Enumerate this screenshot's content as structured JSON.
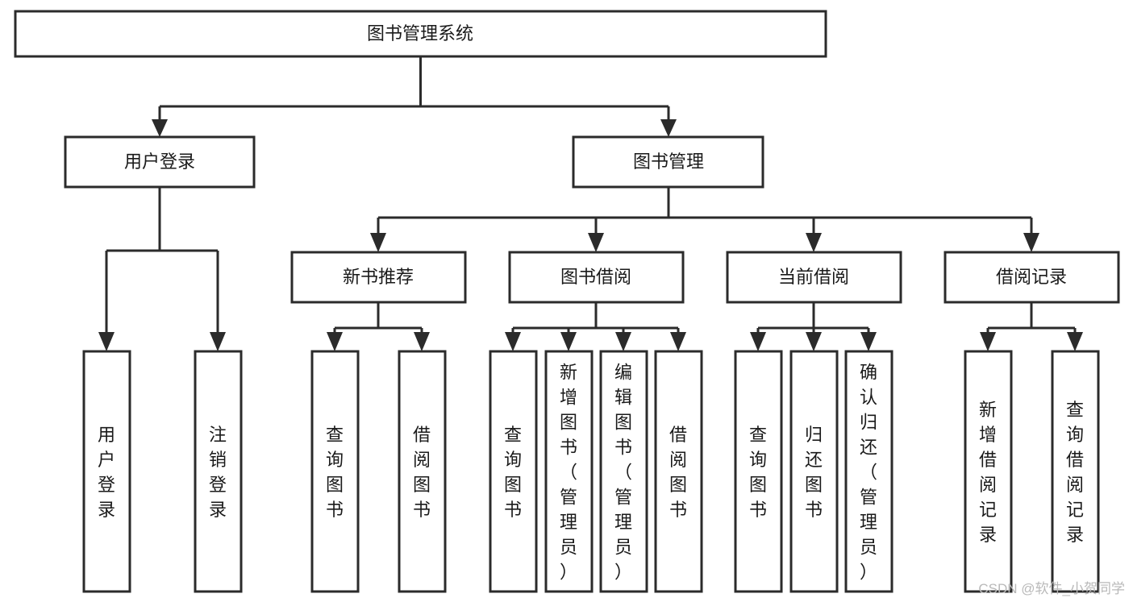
{
  "diagram": {
    "title": "图书管理系统",
    "type": "tree-hierarchy",
    "root": {
      "id": "root",
      "label": "图书管理系统",
      "level": 0
    },
    "level2": [
      {
        "id": "user-login",
        "label": "用户登录"
      },
      {
        "id": "book-management",
        "label": "图书管理"
      }
    ],
    "level3": [
      {
        "id": "new-book-recommend",
        "label": "新书推荐",
        "parent": "book-management"
      },
      {
        "id": "book-borrow",
        "label": "图书借阅",
        "parent": "book-management"
      },
      {
        "id": "current-borrow",
        "label": "当前借阅",
        "parent": "book-management"
      },
      {
        "id": "borrow-record",
        "label": "借阅记录",
        "parent": "book-management"
      }
    ],
    "leaves": {
      "user-login": [
        {
          "id": "leaf-user-login",
          "label": "用户登录"
        },
        {
          "id": "leaf-logout-login",
          "label": "注销登录"
        }
      ],
      "new-book-recommend": [
        {
          "id": "leaf-query-book-1",
          "label": "查询图书"
        },
        {
          "id": "leaf-borrow-book-1",
          "label": "借阅图书"
        }
      ],
      "book-borrow": [
        {
          "id": "leaf-query-book-2",
          "label": "查询图书"
        },
        {
          "id": "leaf-add-book",
          "label": "新增图书（管理员）"
        },
        {
          "id": "leaf-edit-book",
          "label": "编辑图书（管理员）"
        },
        {
          "id": "leaf-borrow-book-2",
          "label": "借阅图书"
        }
      ],
      "current-borrow": [
        {
          "id": "leaf-query-book-3",
          "label": "查询图书"
        },
        {
          "id": "leaf-return-book",
          "label": "归还图书"
        },
        {
          "id": "leaf-confirm-return",
          "label": "确认归还（管理员）"
        }
      ],
      "borrow-record": [
        {
          "id": "leaf-add-record",
          "label": "新增借阅记录"
        },
        {
          "id": "leaf-query-record",
          "label": "查询借阅记录"
        }
      ]
    },
    "colors": {
      "box_stroke": "#2b2b2b",
      "box_fill": "#ffffff",
      "text": "#1a1a1a",
      "background": "#ffffff",
      "watermark": "#b9b9b9"
    }
  },
  "watermark": {
    "text": "CSDN @软件_小贺同学"
  }
}
